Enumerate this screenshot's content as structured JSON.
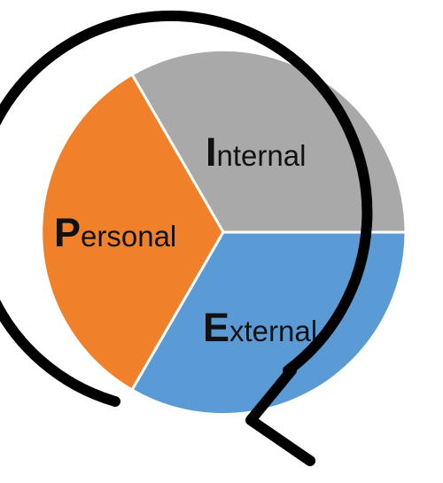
{
  "diagram": {
    "segments": [
      {
        "key": "internal",
        "initial": "I",
        "rest": "nternal",
        "color": "#a9a9a9"
      },
      {
        "key": "personal",
        "initial": "P",
        "rest": "ersonal",
        "color": "#f0812a"
      },
      {
        "key": "external",
        "initial": "E",
        "rest": "xternal",
        "color": "#5b9bd5"
      }
    ],
    "divider_color": "#ffffff",
    "arrow_color": "#000000",
    "arrow_direction": "clockwise"
  }
}
